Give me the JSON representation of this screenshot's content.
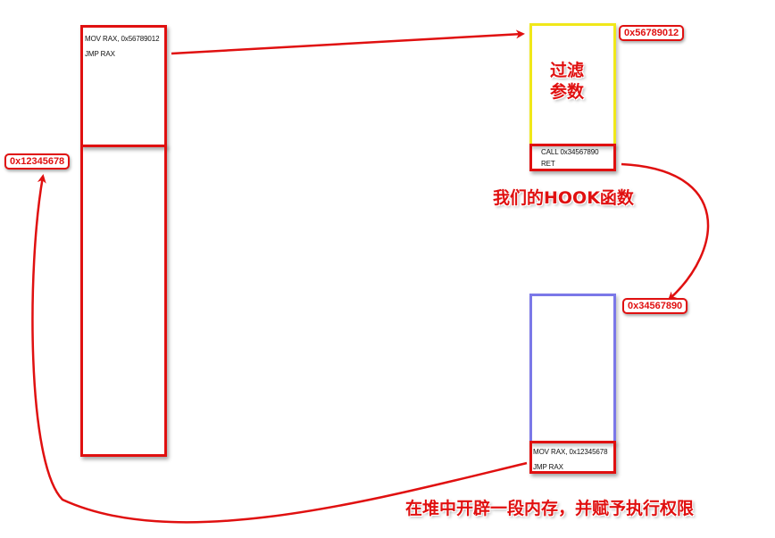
{
  "original_function": {
    "line1": "MOV RAX, 0x56789012",
    "line2": "JMP RAX"
  },
  "hook_function": {
    "filter_label_line1": "过滤",
    "filter_label_line2": "参数",
    "line1": "CALL 0x34567890",
    "line2": "RET",
    "caption": "我们的HOOK函数"
  },
  "heap_memory": {
    "line1": "MOV RAX, 0x12345678",
    "line2": "JMP RAX",
    "caption": "在堆中开辟一段内存，并赋予执行权限"
  },
  "addresses": {
    "hook_addr": "0x56789012",
    "orig_addr": "0x12345678",
    "heap_addr": "0x34567890"
  },
  "colors": {
    "red": "#e01010",
    "yellow": "#f0e81a",
    "blue": "#7b78e8"
  }
}
